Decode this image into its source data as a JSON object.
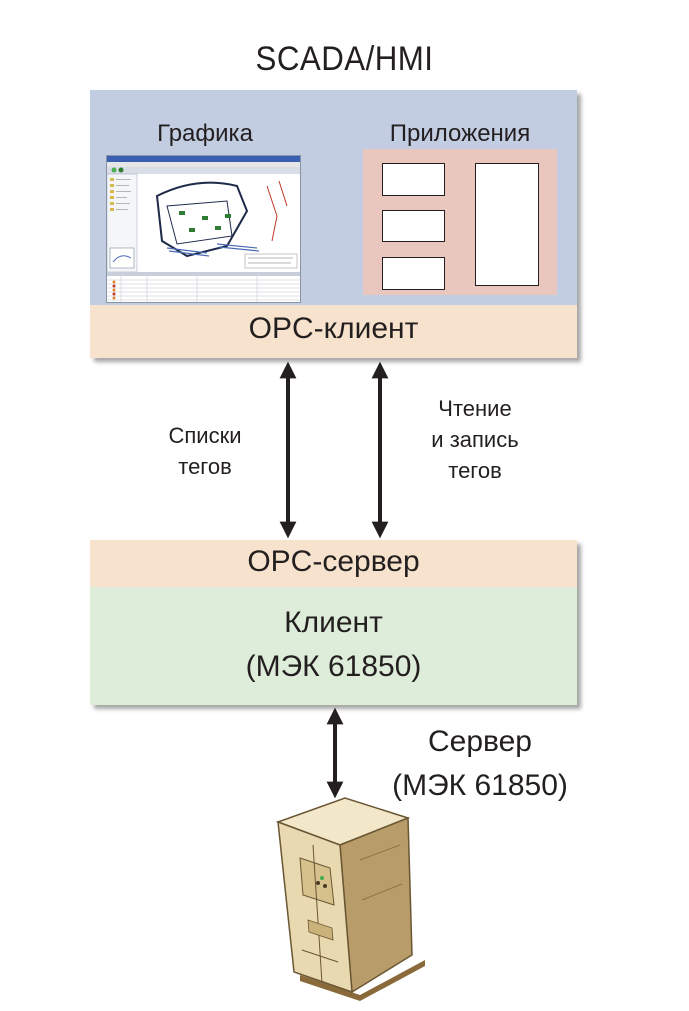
{
  "title": "SCADA/HMI",
  "scada": {
    "graphics_label": "Графика",
    "apps_label": "Приложения",
    "opc_client_label": "OPC-клиент"
  },
  "arrows": {
    "left_label_line1": "Списки",
    "left_label_line2": "тегов",
    "right_label_line1": "Чтение",
    "right_label_line2": "и запись",
    "right_label_line3": "тегов"
  },
  "opc_server": {
    "header_label": "OPC-сервер",
    "client_line1": "Клиент",
    "client_line2": "(МЭК 61850)"
  },
  "device": {
    "label_line1": "Сервер",
    "label_line2": "(МЭК 61850)",
    "icon": "server-tower-icon"
  },
  "colors": {
    "scada_bg": "#c3cde2",
    "opc_band": "#f7e3cd",
    "server_bg": "#deedd9",
    "apps_panel": "#e9c7bf"
  }
}
